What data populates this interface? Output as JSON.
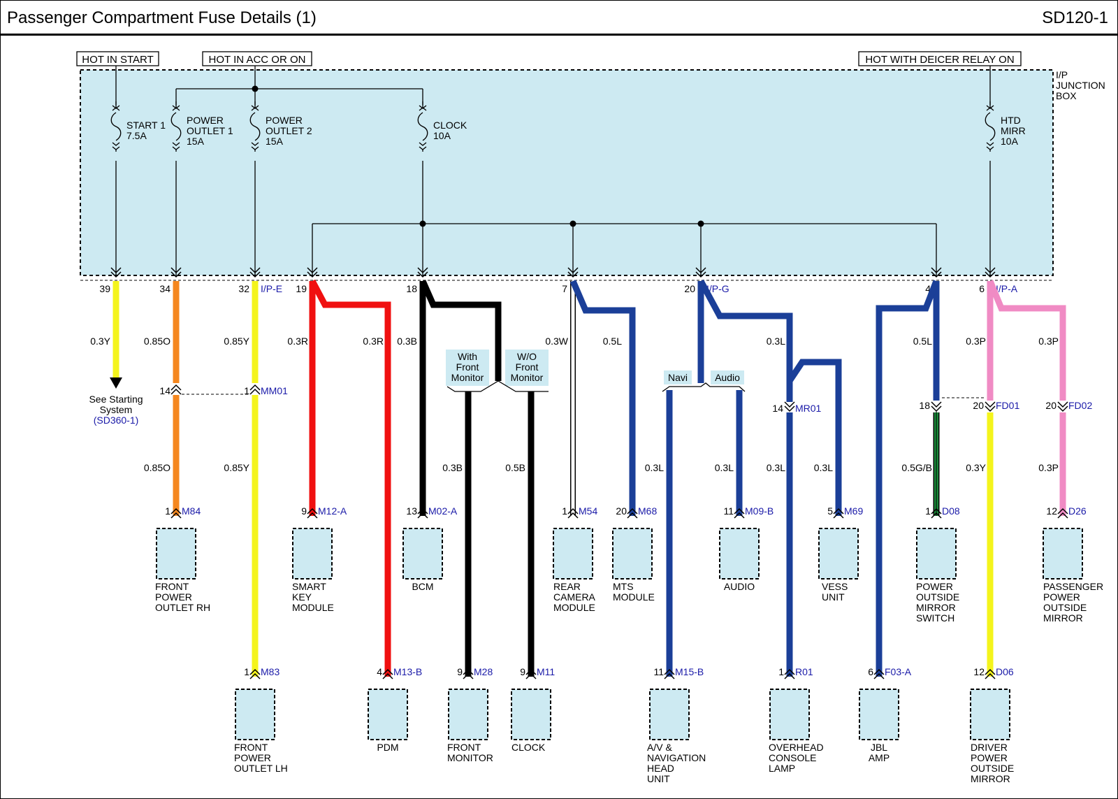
{
  "header": {
    "title": "Passenger Compartment Fuse Details (1)",
    "code": "SD120-1"
  },
  "sources": [
    {
      "id": "start",
      "label": "HOT IN START"
    },
    {
      "id": "acc",
      "label": "HOT IN ACC OR ON"
    },
    {
      "id": "deicer",
      "label": "HOT WITH DEICER RELAY ON"
    }
  ],
  "junction_box": {
    "label": [
      "I/P",
      "JUNCTION",
      "BOX"
    ],
    "fill_color": "#cdeaf2"
  },
  "fuses": [
    {
      "name": [
        "START 1",
        "7.5A"
      ]
    },
    {
      "name": [
        "POWER",
        "OUTLET 1",
        "15A"
      ]
    },
    {
      "name": [
        "POWER",
        "OUTLET 2",
        "15A"
      ]
    },
    {
      "name": [
        "CLOCK",
        "10A"
      ]
    },
    {
      "name": [
        "HTD",
        "MIRR",
        "10A"
      ]
    }
  ],
  "jb_pins": [
    {
      "pin": "39",
      "conn": ""
    },
    {
      "pin": "34",
      "conn": ""
    },
    {
      "pin": "32",
      "conn": "I/P-E"
    },
    {
      "pin": "19",
      "conn": ""
    },
    {
      "pin": "18",
      "conn": ""
    },
    {
      "pin": "7",
      "conn": ""
    },
    {
      "pin": "20",
      "conn": "I/P-G"
    },
    {
      "pin": "4",
      "conn": ""
    },
    {
      "pin": "6",
      "conn": "I/P-A"
    }
  ],
  "wire_colors": {
    "Y": "#f4f41c",
    "O": "#f5871f",
    "R": "#f01010",
    "B": "#000000",
    "W": "#ffffff",
    "L": "#1b3f98",
    "P": "#f08bc4",
    "G": "#1a8a3a"
  },
  "wire_labels": [
    "0.3Y",
    "0.85O",
    "0.85Y",
    "0.3R",
    "0.3R",
    "0.3B",
    "0.3W",
    "0.5L",
    "0.3L",
    "0.5L",
    "0.3P",
    "0.3P",
    "0.85O",
    "0.85Y",
    "0.3B",
    "0.5B",
    "0.3L",
    "0.3L",
    "0.3L",
    "0.3L",
    "0.5G/B",
    "0.3Y",
    "0.3P"
  ],
  "options": [
    {
      "label": [
        "With",
        "Front",
        "Monitor"
      ]
    },
    {
      "label": [
        "W/O",
        "Front",
        "Monitor"
      ]
    },
    {
      "label": [
        "Navi"
      ]
    },
    {
      "label": [
        "Audio"
      ]
    }
  ],
  "inline_connectors": [
    {
      "pin_left": "14",
      "pin_right": "1",
      "conn": "MM01"
    },
    {
      "pin": "14",
      "conn": "MR01"
    },
    {
      "pin": "18",
      "conn": ""
    },
    {
      "pin": "20",
      "conn": "FD01"
    },
    {
      "pin": "20",
      "conn": "FD02"
    }
  ],
  "reference": {
    "label": [
      "See Starting",
      "System"
    ],
    "ref": "(SD360-1)"
  },
  "components": [
    {
      "pin": "1",
      "conn": "M84",
      "name": [
        "FRONT",
        "POWER",
        "OUTLET RH"
      ]
    },
    {
      "pin": "9",
      "conn": "M12-A",
      "name": [
        "SMART",
        "KEY",
        "MODULE"
      ]
    },
    {
      "pin": "13",
      "conn": "M02-A",
      "name": [
        "BCM"
      ]
    },
    {
      "pin": "1",
      "conn": "M54",
      "name": [
        "REAR",
        "CAMERA",
        "MODULE"
      ]
    },
    {
      "pin": "20",
      "conn": "M68",
      "name": [
        "MTS",
        "MODULE"
      ]
    },
    {
      "pin": "11",
      "conn": "M09-B",
      "name": [
        "AUDIO"
      ]
    },
    {
      "pin": "5",
      "conn": "M69",
      "name": [
        "VESS",
        "UNIT"
      ]
    },
    {
      "pin": "1",
      "conn": "D08",
      "name": [
        "POWER",
        "OUTSIDE",
        "MIRROR",
        "SWITCH"
      ]
    },
    {
      "pin": "12",
      "conn": "D26",
      "name": [
        "PASSENGER",
        "POWER",
        "OUTSIDE",
        "MIRROR"
      ]
    },
    {
      "pin": "1",
      "conn": "M83",
      "name": [
        "FRONT",
        "POWER",
        "OUTLET LH"
      ]
    },
    {
      "pin": "4",
      "conn": "M13-B",
      "name": [
        "PDM"
      ]
    },
    {
      "pin": "9",
      "conn": "M28",
      "name": [
        "FRONT",
        "MONITOR"
      ]
    },
    {
      "pin": "9",
      "conn": "M11",
      "name": [
        "CLOCK"
      ]
    },
    {
      "pin": "11",
      "conn": "M15-B",
      "name": [
        "A/V &",
        "NAVIGATION",
        "HEAD",
        "UNIT"
      ]
    },
    {
      "pin": "1",
      "conn": "R01",
      "name": [
        "OVERHEAD",
        "CONSOLE",
        "LAMP"
      ]
    },
    {
      "pin": "6",
      "conn": "F03-A",
      "name": [
        "JBL",
        "AMP"
      ]
    },
    {
      "pin": "12",
      "conn": "D06",
      "name": [
        "DRIVER",
        "POWER",
        "OUTSIDE",
        "MIRROR"
      ]
    }
  ]
}
